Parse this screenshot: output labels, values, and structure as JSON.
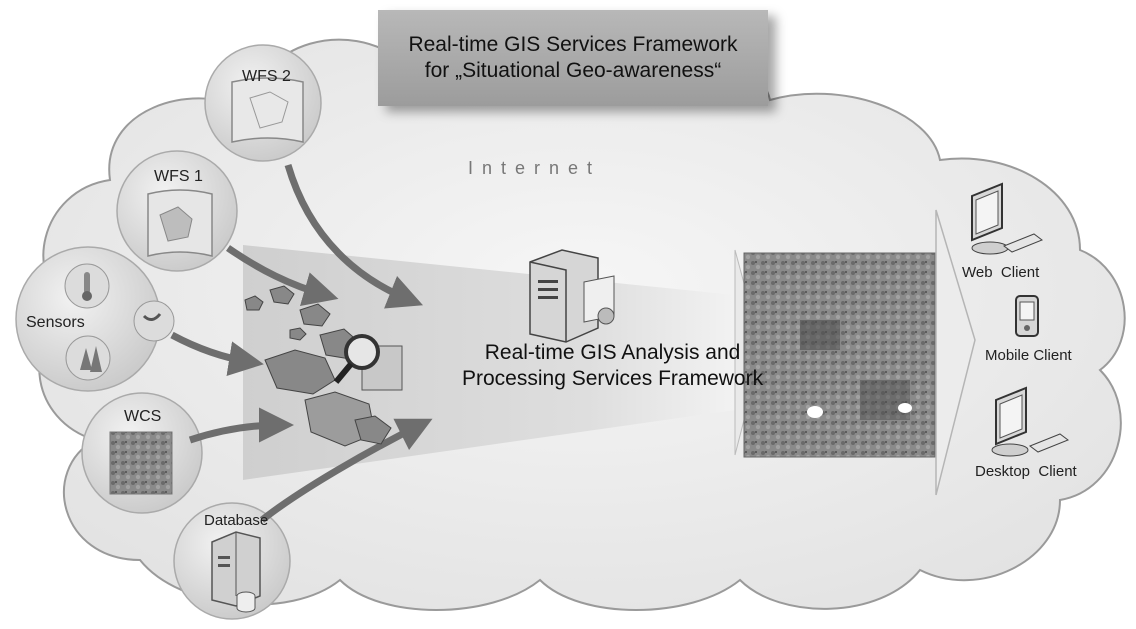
{
  "title": {
    "line1": "Real-time GIS Services Framework",
    "line2": "for „Situational Geo-awareness“"
  },
  "cloud_label": "Internet",
  "sources": {
    "wfs2": "WFS 2",
    "wfs1": "WFS 1",
    "sensors": "Sensors",
    "wcs": "WCS",
    "database": "Database"
  },
  "processing": {
    "line1": "Real-time GIS Analysis and",
    "line2": "Processing Services Framework"
  },
  "clients": {
    "web": "Web  Client",
    "mobile": "Mobile Client",
    "desktop": "Desktop  Client"
  },
  "colors": {
    "cloud": "#efefef",
    "cloud_edge": "#9a9a9a",
    "arrow": "#6e6e6e",
    "title_box": "#a8a8a8"
  }
}
